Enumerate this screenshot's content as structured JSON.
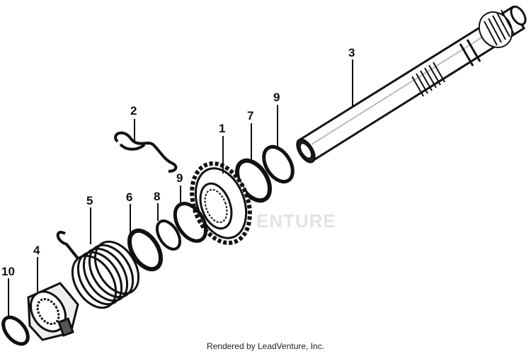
{
  "callouts": {
    "p1": "1",
    "p2": "2",
    "p3": "3",
    "p4": "4",
    "p5": "5",
    "p6": "6",
    "p7": "7",
    "p8": "8",
    "p9a": "9",
    "p9b": "9",
    "p10": "10"
  },
  "watermark": "ENTURE",
  "credit": "Rendered by LeadVenture, Inc."
}
